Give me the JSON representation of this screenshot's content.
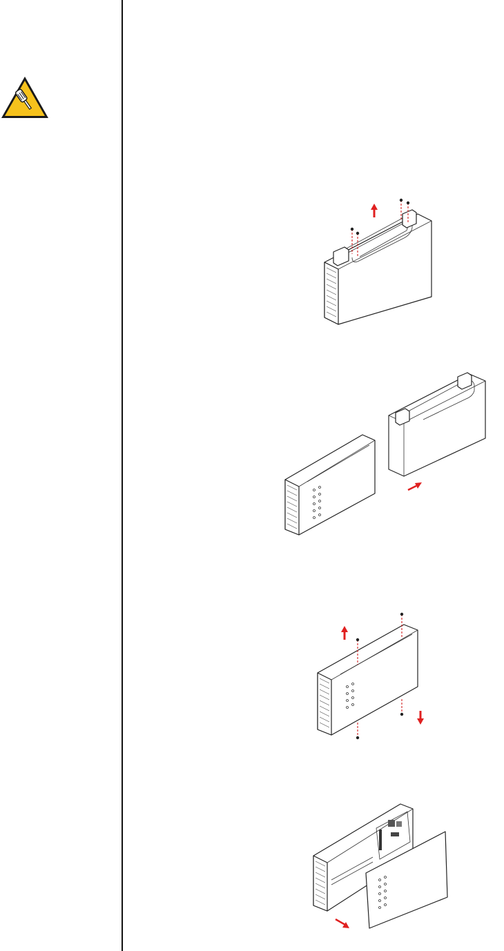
{
  "page": {
    "background": "#ffffff",
    "rule_color": "#111111"
  },
  "warning_icon": {
    "icon": "warning-screwdriver-icon",
    "fill": "#f6c21c",
    "border": "#1a1a1a"
  },
  "steps": [
    {
      "figure": "enclosure-with-handle-screws",
      "arrow_color": "#e02020"
    },
    {
      "figure": "slide-out-inner-frame",
      "arrow_color": "#e02020"
    },
    {
      "figure": "inner-frame-cover-screws",
      "arrow_color": "#e02020"
    },
    {
      "figure": "remove-cover-panel",
      "arrow_color": "#e02020"
    }
  ]
}
